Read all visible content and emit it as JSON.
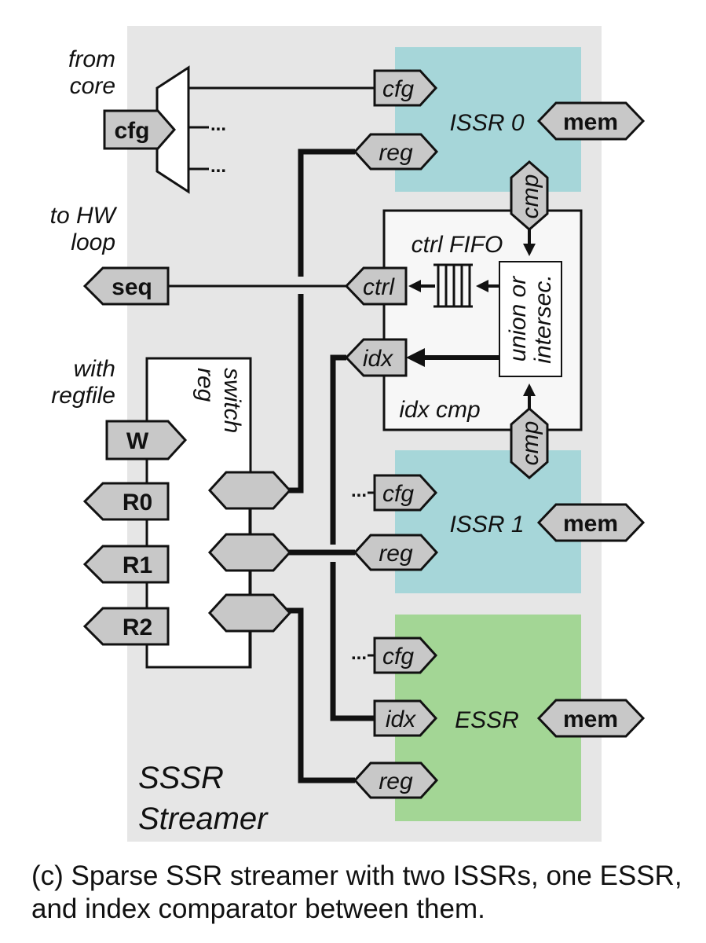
{
  "labels": {
    "from_core": [
      "from",
      "core"
    ],
    "to_hw_loop": [
      "to HW",
      "loop"
    ],
    "with_regfile": [
      "with",
      "regfile"
    ],
    "reg_switch": [
      "reg",
      "switch"
    ],
    "ctrl_fifo": "ctrl FIFO",
    "union_intersec": [
      "union or",
      "intersec."
    ],
    "idx_cmp": "idx cmp",
    "streamer": [
      "SSSR",
      "Streamer"
    ],
    "ellipsis": "..."
  },
  "units": {
    "issr0": "ISSR 0",
    "issr1": "ISSR 1",
    "essr": "ESSR"
  },
  "ports": {
    "cfg": "cfg",
    "reg": "reg",
    "ctrl": "ctrl",
    "idx": "idx",
    "cmp": "cmp",
    "mem": "mem",
    "seq": "seq",
    "W": "W",
    "R0": "R0",
    "R1": "R1",
    "R2": "R2"
  },
  "colors": {
    "streamer_bg": "#e6e6e6",
    "issr_fill": "#a6d6d9",
    "essr_fill": "#a3d695",
    "port_fill": "#c8c8c8"
  },
  "caption": "(c) Sparse SSR streamer with two ISSRs, one ESSR, and index comparator between them."
}
